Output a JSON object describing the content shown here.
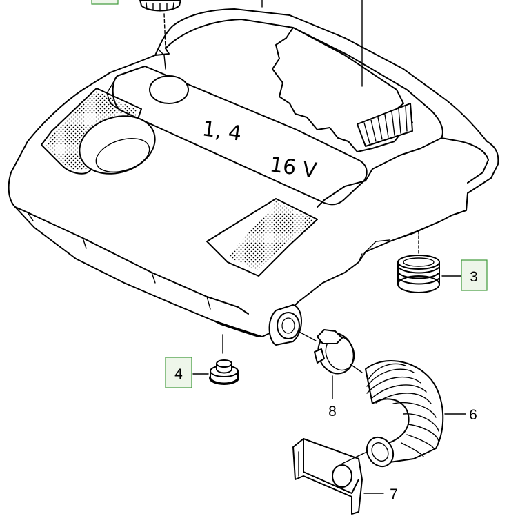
{
  "cover": {
    "engine_label": "1, 4",
    "valve_label": "16 V"
  },
  "callouts": [
    {
      "number": "3",
      "boxed": true
    },
    {
      "number": "4",
      "boxed": true
    },
    {
      "number": "6",
      "boxed": false
    },
    {
      "number": "7",
      "boxed": false
    },
    {
      "number": "8",
      "boxed": false
    }
  ],
  "colors": {
    "line": "#000000",
    "background": "#ffffff",
    "callout_box_border": "#3f9a3a",
    "callout_box_fill": "#eef6ea"
  }
}
